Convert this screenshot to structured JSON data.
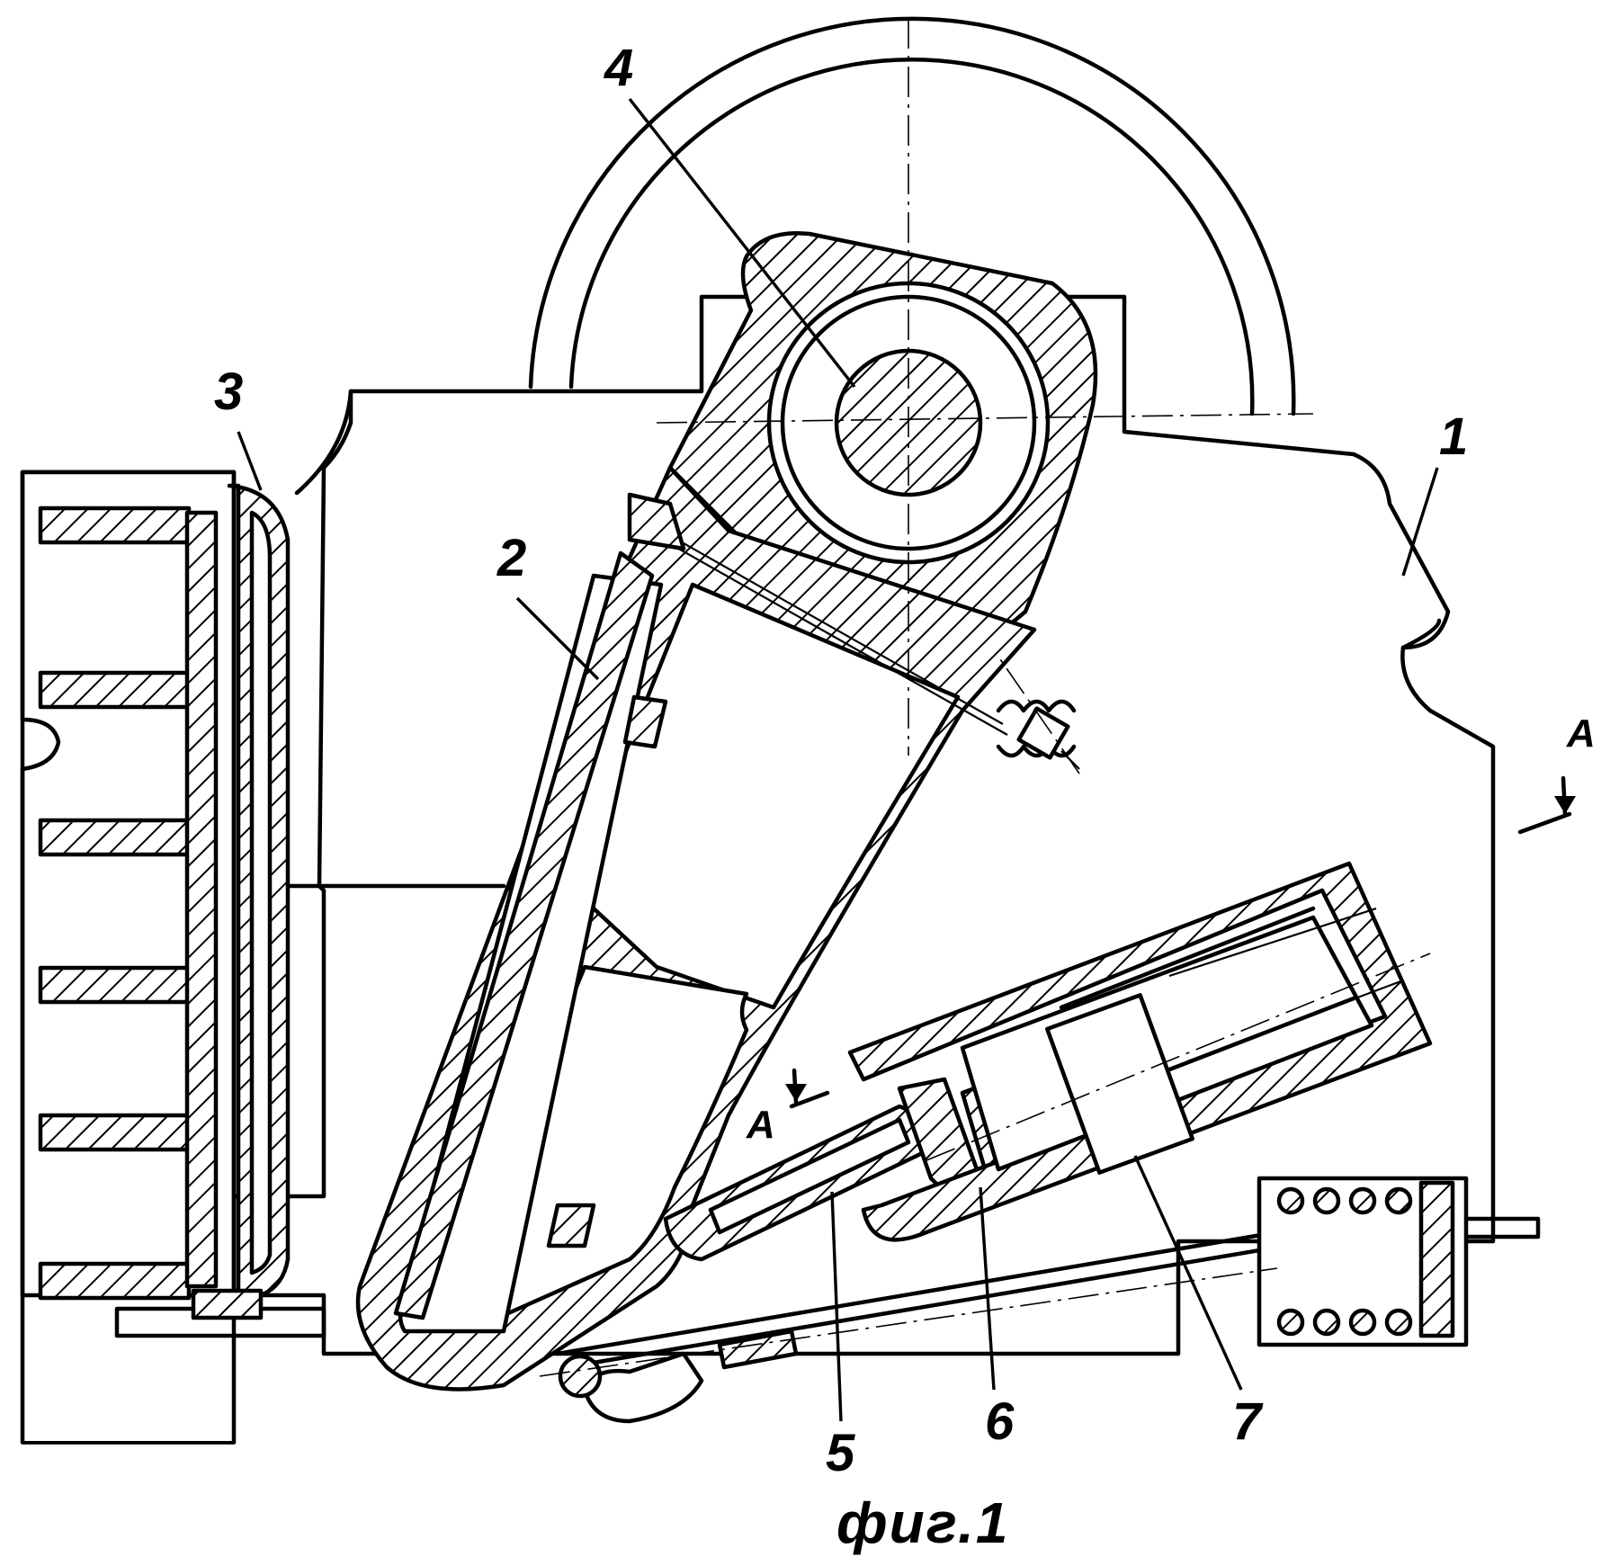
{
  "figure": {
    "caption": "фиг.1",
    "section_mark": "А",
    "callouts": [
      {
        "id": "1",
        "label": "1"
      },
      {
        "id": "2",
        "label": "2"
      },
      {
        "id": "3",
        "label": "3"
      },
      {
        "id": "4",
        "label": "4"
      },
      {
        "id": "5",
        "label": "5"
      },
      {
        "id": "6",
        "label": "6"
      },
      {
        "id": "7",
        "label": "7"
      }
    ]
  },
  "colors": {
    "ink": "#000000",
    "paper": "#ffffff"
  }
}
